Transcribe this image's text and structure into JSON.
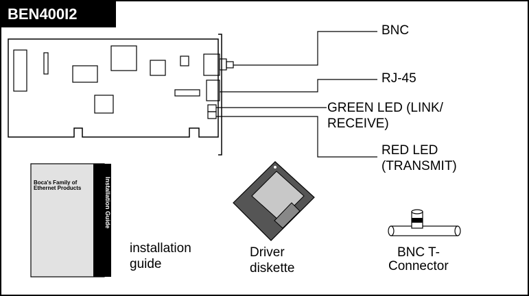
{
  "title": "BEN400I2",
  "callouts": {
    "bnc": "BNC",
    "rj45": "RJ-45",
    "green_led_1": "GREEN LED (LINK/",
    "green_led_2": "RECEIVE)",
    "red_led_1": "RED LED",
    "red_led_2": "(TRANSMIT)"
  },
  "items": {
    "guide_cover_title": "Boca's Family of Ethernet Products",
    "guide_spine": "Installation Guide",
    "guide_label_1": "installation",
    "guide_label_2": "guide",
    "diskette_label_1": "Driver",
    "diskette_label_2": "diskette",
    "tconnector_label_1": "BNC T-",
    "tconnector_label_2": "Connector"
  }
}
